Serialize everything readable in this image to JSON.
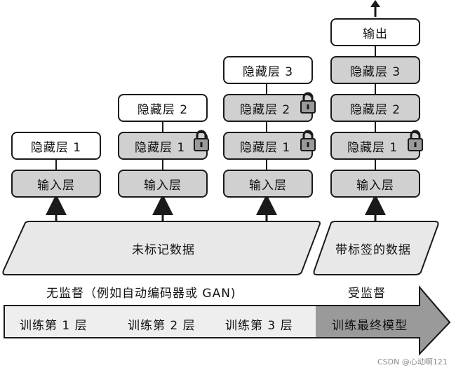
{
  "columns": [
    {
      "id": "col1",
      "boxes": [
        {
          "label": "隐藏层 1",
          "style": "white",
          "locked": false
        },
        {
          "label": "输入层",
          "style": "gray",
          "locked": false
        }
      ]
    },
    {
      "id": "col2",
      "boxes": [
        {
          "label": "隐藏层 2",
          "style": "white",
          "locked": false
        },
        {
          "label": "隐藏层 1",
          "style": "gray",
          "locked": true
        },
        {
          "label": "输入层",
          "style": "gray",
          "locked": false
        }
      ]
    },
    {
      "id": "col3",
      "boxes": [
        {
          "label": "隐藏层 3",
          "style": "white",
          "locked": false
        },
        {
          "label": "隐藏层 2",
          "style": "gray",
          "locked": true
        },
        {
          "label": "隐藏层 1",
          "style": "gray",
          "locked": true
        },
        {
          "label": "输入层",
          "style": "gray",
          "locked": false
        }
      ]
    },
    {
      "id": "col4",
      "boxes": [
        {
          "label": "输出",
          "style": "white",
          "locked": false
        },
        {
          "label": "隐藏层 3",
          "style": "gray",
          "locked": false
        },
        {
          "label": "隐藏层 2",
          "style": "gray",
          "locked": false
        },
        {
          "label": "隐藏层 1",
          "style": "gray",
          "locked": true
        },
        {
          "label": "输入层",
          "style": "gray",
          "locked": false
        }
      ]
    }
  ],
  "data_blocks": {
    "unlabeled": "未标记数据",
    "labeled": "带标签的数据"
  },
  "section_labels": {
    "unsupervised": "无监督（例如自动编码器或 GAN)",
    "supervised": "受监督"
  },
  "timeline": {
    "steps": [
      "训练第 1 层",
      "训练第 2 层",
      "训练第 3 层"
    ],
    "final": "训练最终模型"
  },
  "watermark": "CSDN @心动啊121",
  "colors": {
    "box_gray": "#d0d0d0",
    "data_block": "#e8e8e8",
    "timeline_light": "#eeeeee",
    "timeline_dark": "#9a9a9a",
    "stroke": "#1a1a1a"
  }
}
